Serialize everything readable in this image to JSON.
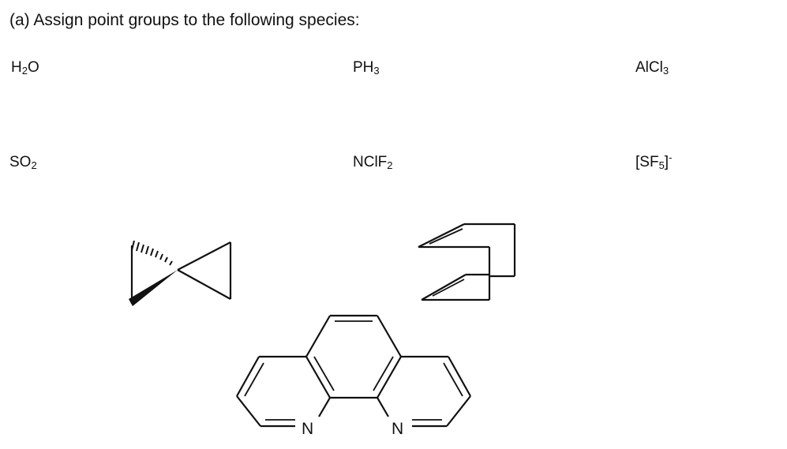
{
  "question": {
    "heading": "(a) Assign point groups to the following species:"
  },
  "species": [
    {
      "id": "h2o",
      "parts": [
        {
          "t": "H"
        },
        {
          "t": "2",
          "sub": true
        },
        {
          "t": "O"
        }
      ]
    },
    {
      "id": "ph3",
      "parts": [
        {
          "t": "PH"
        },
        {
          "t": "3",
          "sub": true
        }
      ]
    },
    {
      "id": "alcl3",
      "parts": [
        {
          "t": "AlCl"
        },
        {
          "t": "3",
          "sub": true
        }
      ]
    },
    {
      "id": "so2",
      "parts": [
        {
          "t": "SO"
        },
        {
          "t": "2",
          "sub": true
        }
      ]
    },
    {
      "id": "nclf2",
      "parts": [
        {
          "t": "NClF"
        },
        {
          "t": "2",
          "sub": true
        }
      ]
    },
    {
      "id": "sf5",
      "parts": [
        {
          "t": "[SF"
        },
        {
          "t": "5",
          "sub": true
        },
        {
          "t": "]"
        },
        {
          "t": "-",
          "sup": true
        }
      ]
    }
  ],
  "structures": {
    "phenanthroline": {
      "atom_labels": [
        "N",
        "N"
      ]
    }
  }
}
